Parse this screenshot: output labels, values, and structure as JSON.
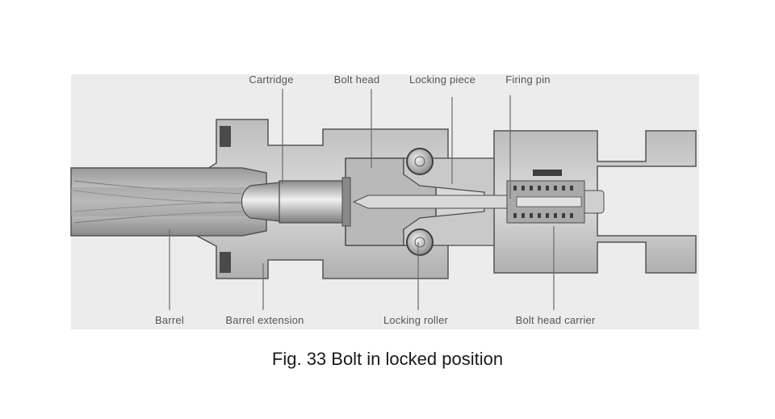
{
  "figure": {
    "caption": "Fig. 33  Bolt in locked position",
    "labels": {
      "cartridge": "Cartridge",
      "bolt_head": "Bolt head",
      "locking_piece": "Locking piece",
      "firing_pin": "Firing pin",
      "barrel": "Barrel",
      "barrel_extension": "Barrel extension",
      "locking_roller": "Locking roller",
      "bolt_head_carrier": "Bolt head carrier"
    }
  },
  "colors": {
    "background_panel": "#ebebeb",
    "metal_dark": "#7a7a7a",
    "metal_mid": "#a8a8a8",
    "metal_light": "#cfcfcf",
    "outline": "#4a4a4a",
    "leader_line": "#6a6a6a"
  }
}
